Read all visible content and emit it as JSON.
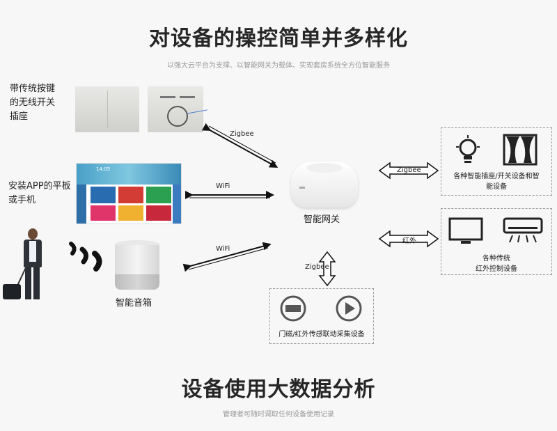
{
  "header": {
    "title": "对设备的操控简单并多样化",
    "subtitle": "以强大云平台为支撑、以智能网关为载体、实现套房系统全方位智能服务"
  },
  "left": {
    "switch_label_lines": [
      "带传统按键",
      "的无线开关",
      "插座"
    ],
    "tablet_label_lines": [
      "安装APP的平板",
      "或手机"
    ],
    "speaker_label": "智能音箱"
  },
  "tablet": {
    "time": "14:05"
  },
  "center": {
    "gateway_label": "智能网关"
  },
  "links": {
    "zigbee_top": "Zigbee",
    "wifi_mid": "WiFi",
    "wifi_low": "WiFi",
    "zigbee_right": "Zigbee",
    "ir_right": "红外",
    "zigbee_down": "Zigbee"
  },
  "right": {
    "smart_devices_label_lines": [
      "各种智能插座/开关设备和智",
      "能设备"
    ],
    "ir_devices_label_lines": [
      "各种传统",
      "红外控制设备"
    ]
  },
  "bottom_box": {
    "sensors_label": "门磁/红外传感联动采集设备"
  },
  "footer": {
    "title": "设备使用大数据分析",
    "subtitle": "管理者可随时调取任何设备使用记录"
  },
  "colors": {
    "background": "#f7f7f7",
    "title": "#262626",
    "arrow": "#111111"
  }
}
